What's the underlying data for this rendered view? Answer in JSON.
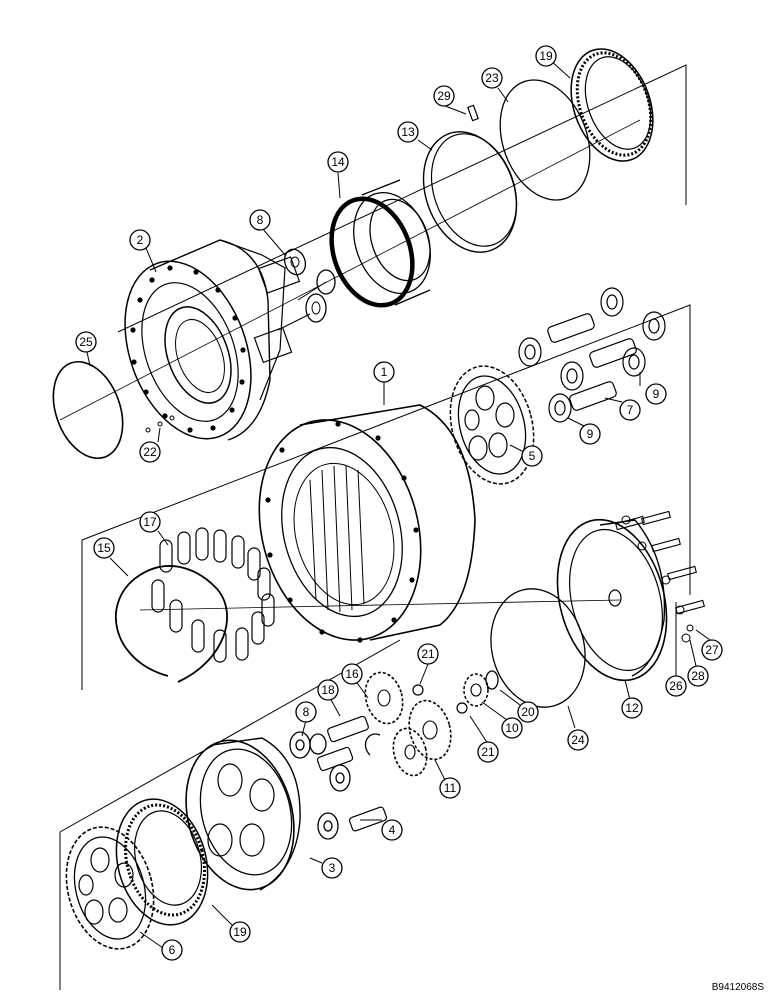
{
  "drawing_id": "B9412068S",
  "callouts": [
    {
      "num": "1"
    },
    {
      "num": "2"
    },
    {
      "num": "3"
    },
    {
      "num": "4"
    },
    {
      "num": "5"
    },
    {
      "num": "6"
    },
    {
      "num": "7"
    },
    {
      "num": "8"
    },
    {
      "num": "8"
    },
    {
      "num": "9"
    },
    {
      "num": "9"
    },
    {
      "num": "10"
    },
    {
      "num": "11"
    },
    {
      "num": "12"
    },
    {
      "num": "13"
    },
    {
      "num": "14"
    },
    {
      "num": "15"
    },
    {
      "num": "16"
    },
    {
      "num": "17"
    },
    {
      "num": "18"
    },
    {
      "num": "19"
    },
    {
      "num": "19"
    },
    {
      "num": "20"
    },
    {
      "num": "21"
    },
    {
      "num": "21"
    },
    {
      "num": "22"
    },
    {
      "num": "23"
    },
    {
      "num": "24"
    },
    {
      "num": "25"
    },
    {
      "num": "26"
    },
    {
      "num": "27"
    },
    {
      "num": "28"
    },
    {
      "num": "29"
    }
  ]
}
